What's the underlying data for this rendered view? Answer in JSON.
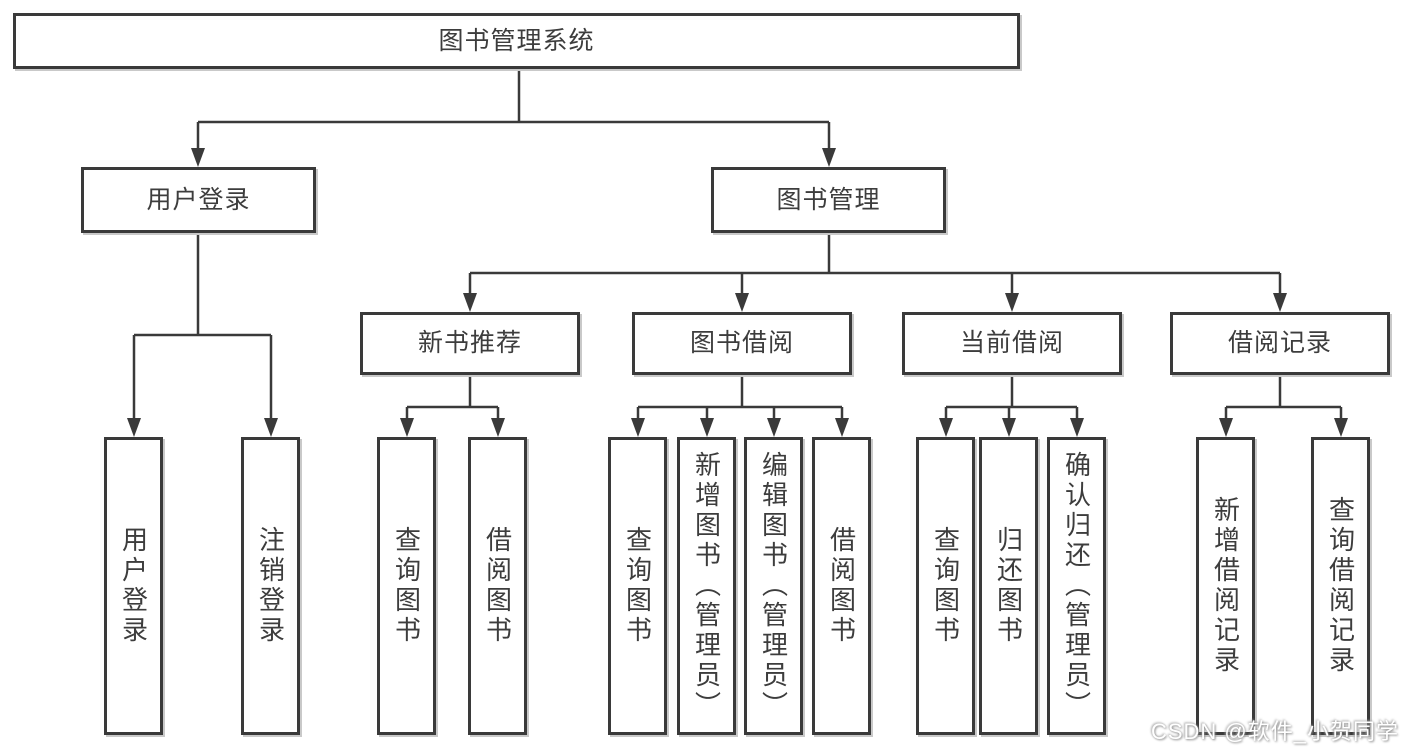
{
  "diagram": {
    "title_node": "图书管理系统",
    "colors": {
      "line": "#3a3a3a",
      "box_border": "#3a3a3a",
      "text": "#3d3d3d",
      "background": "#ffffff",
      "shadow": "#c9c9c9"
    },
    "nodes": {
      "root": {
        "label": "图书管理系统"
      },
      "user_login": {
        "label": "用户登录"
      },
      "book_mgmt": {
        "label": "图书管理"
      },
      "new_book_rec": {
        "label": "新书推荐"
      },
      "book_borrow": {
        "label": "图书借阅"
      },
      "current_borrow": {
        "label": "当前借阅"
      },
      "borrow_record": {
        "label": "借阅记录"
      },
      "leaf_user_login": {
        "label": "用户登录"
      },
      "leaf_logout": {
        "label": "注销登录"
      },
      "rec_query_book": {
        "label": "查询图书"
      },
      "rec_borrow_book": {
        "label": "借阅图书"
      },
      "bb_query_book": {
        "label": "查询图书"
      },
      "bb_add_book": {
        "label": "新增图书（管理员）"
      },
      "bb_edit_book": {
        "label": "编辑图书（管理员）"
      },
      "bb_borrow_book": {
        "label": "借阅图书"
      },
      "cb_query_book": {
        "label": "查询图书"
      },
      "cb_return_book": {
        "label": "归还图书"
      },
      "cb_confirm_return": {
        "label": "确认归还（管理员）"
      },
      "br_add_record": {
        "label": "新增借阅记录"
      },
      "br_query_record": {
        "label": "查询借阅记录"
      }
    },
    "hierarchy": {
      "图书管理系统": {
        "用户登录": [
          "用户登录",
          "注销登录"
        ],
        "图书管理": {
          "新书推荐": [
            "查询图书",
            "借阅图书"
          ],
          "图书借阅": [
            "查询图书",
            "新增图书（管理员）",
            "编辑图书（管理员）",
            "借阅图书"
          ],
          "当前借阅": [
            "查询图书",
            "归还图书",
            "确认归还（管理员）"
          ],
          "借阅记录": [
            "新增借阅记录",
            "查询借阅记录"
          ]
        }
      }
    }
  },
  "watermark": {
    "text": "CSDN @软件_小贺同学"
  }
}
